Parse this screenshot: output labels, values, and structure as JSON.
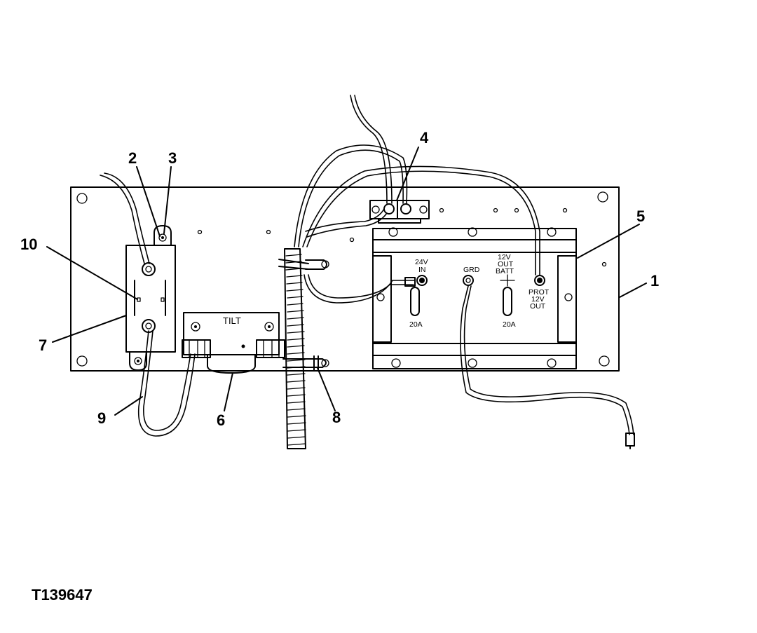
{
  "figure_id": "T139647",
  "callouts": {
    "c1": "1",
    "c2": "2",
    "c3": "3",
    "c4": "4",
    "c5": "5",
    "c6": "6",
    "c7": "7",
    "c8": "8",
    "c9": "9",
    "c10": "10"
  },
  "switch_label": "TILT",
  "converter": {
    "in_label_1": "24V",
    "in_label_2": "IN",
    "grd_label": "GRD",
    "batt_label_1": "12V",
    "batt_label_2": "OUT",
    "batt_label_3": "BATT",
    "prot_label_1": "PROT",
    "prot_label_2": "12V",
    "prot_label_3": "OUT",
    "fuse_left": "20A",
    "fuse_right": "20A"
  }
}
